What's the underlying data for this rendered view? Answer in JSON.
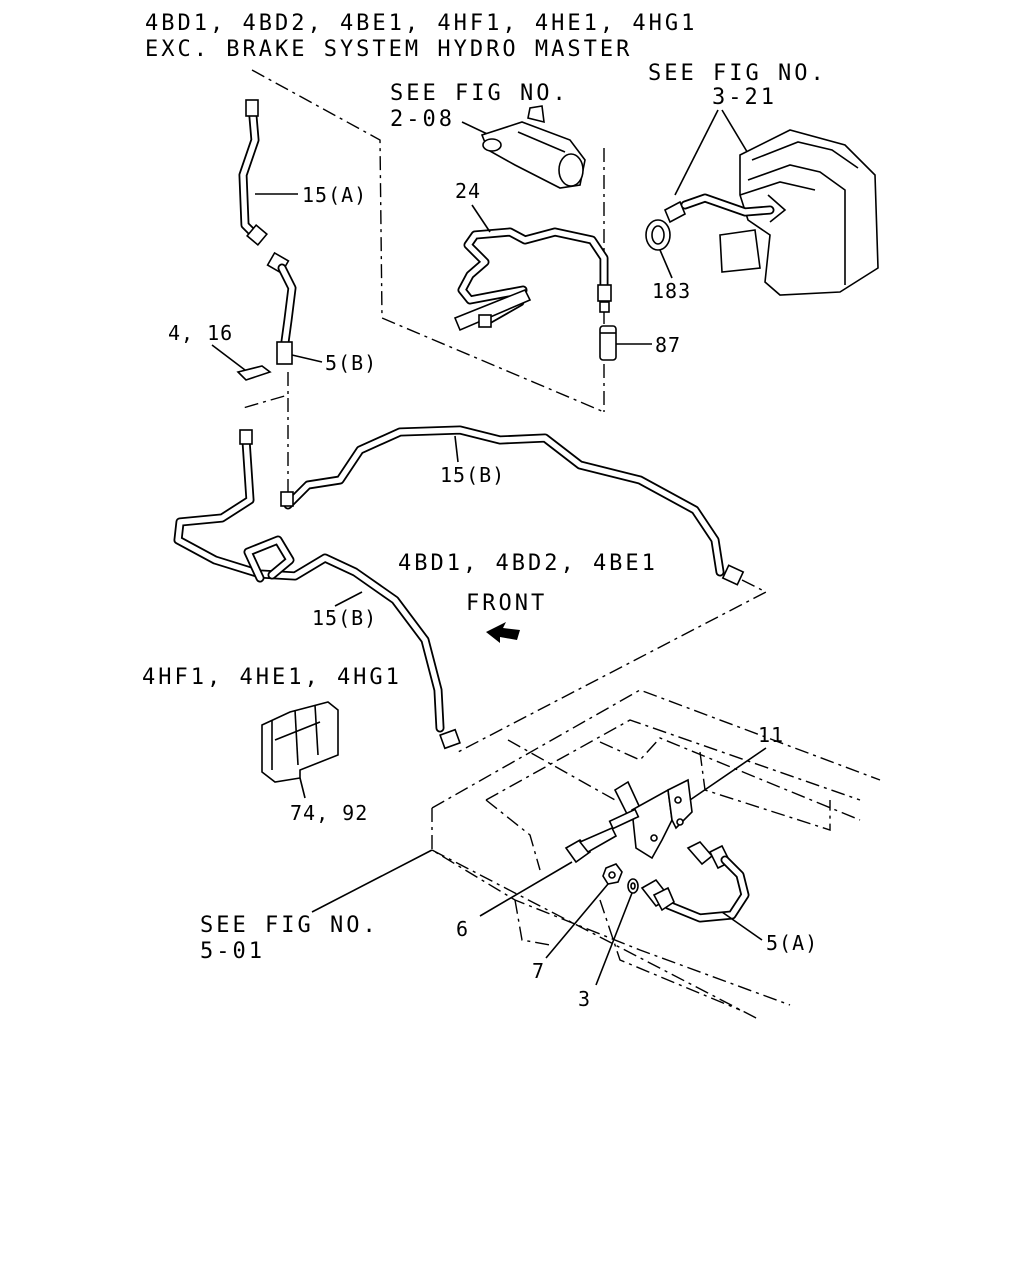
{
  "header": {
    "engines": "4BD1, 4BD2, 4BE1, 4HF1, 4HE1, 4HG1",
    "condition": "EXC. BRAKE SYSTEM HYDRO MASTER"
  },
  "references": {
    "fig_208_line1": "SEE FIG NO.",
    "fig_208_line2": "2-08",
    "fig_321_line1": "SEE FIG NO.",
    "fig_321_line2": "3-21",
    "fig_501_line1": "SEE FIG NO.",
    "fig_501_line2": "5-01"
  },
  "variants": {
    "group_a": "4BD1, 4BD2, 4BE1",
    "group_b": "4HF1, 4HE1, 4HG1"
  },
  "direction": {
    "front_label": "FRONT"
  },
  "callouts": {
    "p15a": "15(A)",
    "p24": "24",
    "p183": "183",
    "p87": "87",
    "p416": "4, 16",
    "p5b": "5(B)",
    "p15b_top": "15(B)",
    "p15b_left": "15(B)",
    "p11": "11",
    "p7492": "74, 92",
    "p6": "6",
    "p7": "7",
    "p3": "3",
    "p5a": "5(A)"
  }
}
